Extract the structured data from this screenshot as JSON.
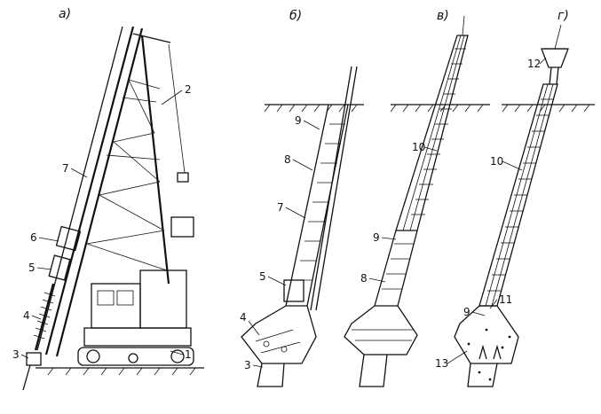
{
  "panels": {
    "a": {
      "label": "а)",
      "numbers": [
        "2",
        "7",
        "6",
        "5",
        "4",
        "3",
        "1"
      ]
    },
    "b": {
      "label": "б)",
      "numbers": [
        "9",
        "8",
        "7",
        "5",
        "4",
        "3"
      ]
    },
    "v": {
      "label": "в)",
      "numbers": [
        "10",
        "9",
        "8"
      ]
    },
    "g": {
      "label": "г)",
      "numbers": [
        "12",
        "10",
        "11",
        "9",
        "13"
      ]
    }
  }
}
